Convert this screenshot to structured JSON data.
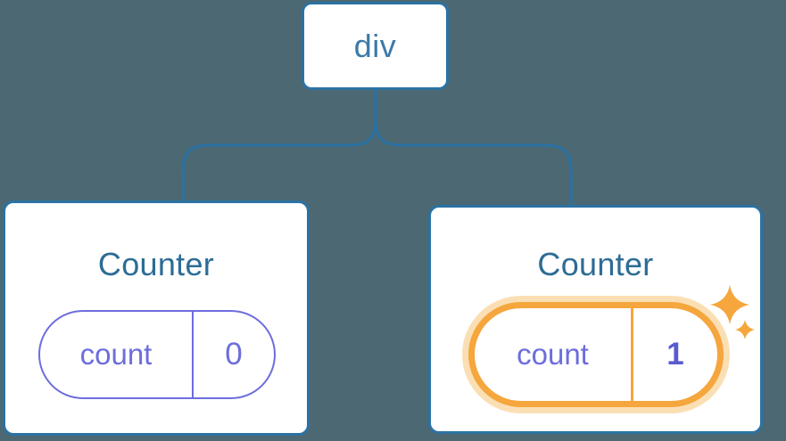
{
  "diagram": {
    "root": {
      "label": "div"
    },
    "children": [
      {
        "title": "Counter",
        "state": {
          "key": "count",
          "value": "0"
        },
        "highlighted": false
      },
      {
        "title": "Counter",
        "state": {
          "key": "count",
          "value": "1"
        },
        "highlighted": true
      }
    ]
  },
  "icons": {
    "sparkle": "four-pointed-star"
  },
  "colors": {
    "background": "#4C6873",
    "line_blue": "#2B72A2",
    "node_text_blue": "#3B7AA8",
    "title_blue": "#2C6C96",
    "state_purple": "#6D6DDE",
    "state_value_bold_purple": "#5A5AD2",
    "highlight_orange": "#F5A63D",
    "highlight_glow": "#FBDFB4",
    "card_bg": "#FFFFFF"
  }
}
